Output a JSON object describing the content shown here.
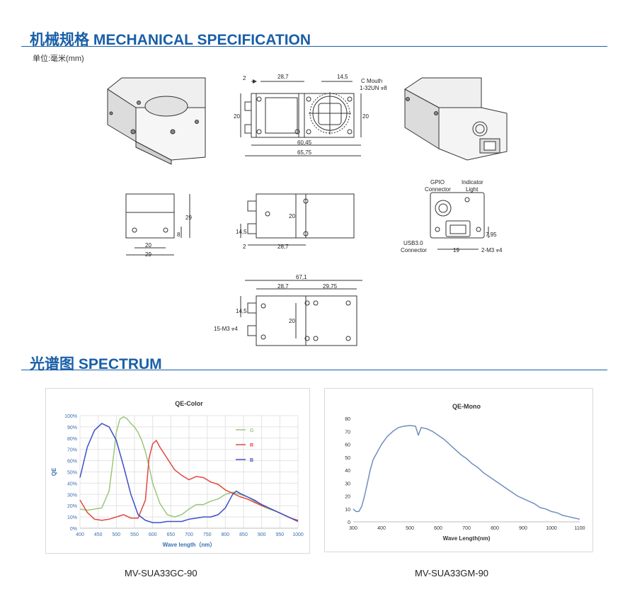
{
  "mechanical": {
    "title": "机械规格 MECHANICAL SPECIFICATION",
    "unit": "单位:毫米(mm)",
    "dims": {
      "front_top_2": "2",
      "front_top_287": "28,7",
      "front_top_145": "14,5",
      "c_mouth_1": "C Mouth",
      "c_mouth_2": "1-32UN ⩔8",
      "left_20": "20",
      "right_20": "20",
      "w6045": "60,45",
      "w6575": "65,75",
      "back_20": "20",
      "back_29": "29",
      "back_8": "8",
      "side_145": "14,5",
      "side_20": "20",
      "side_2": "2",
      "side_287": "28,7",
      "gpio": "GPIO",
      "gpio2": "Connector",
      "indicator": "Indicator",
      "indicator2": "Light",
      "usb": "USB3.0",
      "usb2": "Connector",
      "rear_19": "19",
      "rear_795": "7,95",
      "rear_m3": "2-M3 ⩔4",
      "bot_671": "67,1",
      "bot_287": "28,7",
      "bot_2975": "29,75",
      "bot_145": "14,5",
      "bot_20": "20",
      "bot_m3": "15-M3 ⩔4"
    }
  },
  "spectrum": {
    "title": "光谱图    SPECTRUM"
  },
  "chart_data": [
    {
      "type": "line",
      "title": "QE-Color",
      "xlabel": "Wave length（nm）",
      "ylabel": "QE",
      "xlim": [
        400,
        1000
      ],
      "ylim": [
        0,
        1
      ],
      "x_ticks": [
        "400",
        "450",
        "500",
        "550",
        "600",
        "650",
        "700",
        "750",
        "800",
        "850",
        "900",
        "950",
        "1000"
      ],
      "y_ticks": [
        "0%",
        "10%",
        "20%",
        "30%",
        "40%",
        "50%",
        "60%",
        "70%",
        "80%",
        "90%",
        "100%"
      ],
      "grid": true,
      "legend": "right",
      "series": [
        {
          "name": "G",
          "color": "#9bc77a",
          "x": [
            400,
            420,
            440,
            460,
            480,
            490,
            500,
            510,
            520,
            530,
            540,
            550,
            560,
            570,
            580,
            590,
            600,
            620,
            640,
            660,
            680,
            700,
            720,
            740,
            760,
            780,
            800,
            820,
            840,
            860,
            880,
            900,
            920,
            940,
            960,
            980,
            1000
          ],
          "y": [
            0.17,
            0.16,
            0.17,
            0.18,
            0.33,
            0.58,
            0.85,
            0.97,
            0.99,
            0.97,
            0.93,
            0.9,
            0.85,
            0.78,
            0.68,
            0.55,
            0.4,
            0.22,
            0.12,
            0.1,
            0.12,
            0.17,
            0.21,
            0.21,
            0.24,
            0.26,
            0.3,
            0.32,
            0.3,
            0.28,
            0.24,
            0.2,
            0.17,
            0.15,
            0.12,
            0.09,
            0.06
          ]
        },
        {
          "name": "R",
          "color": "#e0483f",
          "x": [
            400,
            420,
            440,
            460,
            480,
            500,
            520,
            540,
            560,
            580,
            590,
            600,
            610,
            620,
            640,
            660,
            680,
            700,
            720,
            740,
            760,
            780,
            800,
            820,
            840,
            860,
            880,
            900,
            920,
            940,
            960,
            980,
            1000
          ],
          "y": [
            0.25,
            0.14,
            0.08,
            0.07,
            0.08,
            0.1,
            0.12,
            0.09,
            0.09,
            0.25,
            0.62,
            0.75,
            0.78,
            0.72,
            0.62,
            0.52,
            0.47,
            0.43,
            0.46,
            0.45,
            0.41,
            0.39,
            0.34,
            0.31,
            0.28,
            0.26,
            0.23,
            0.2,
            0.18,
            0.15,
            0.12,
            0.09,
            0.07
          ]
        },
        {
          "name": "B",
          "color": "#3d4fc9",
          "x": [
            400,
            420,
            440,
            460,
            480,
            500,
            520,
            540,
            560,
            580,
            600,
            620,
            640,
            660,
            680,
            700,
            720,
            740,
            760,
            780,
            800,
            820,
            830,
            840,
            860,
            880,
            900,
            920,
            940,
            960,
            980,
            1000
          ],
          "y": [
            0.45,
            0.72,
            0.87,
            0.93,
            0.9,
            0.78,
            0.55,
            0.3,
            0.12,
            0.07,
            0.05,
            0.05,
            0.06,
            0.06,
            0.06,
            0.08,
            0.09,
            0.1,
            0.1,
            0.12,
            0.18,
            0.3,
            0.33,
            0.31,
            0.28,
            0.25,
            0.21,
            0.18,
            0.15,
            0.12,
            0.09,
            0.06
          ]
        }
      ]
    },
    {
      "type": "line",
      "title": "QE-Mono",
      "xlabel": "Wave Length(nm)",
      "ylabel": "",
      "xlim": [
        300,
        1100
      ],
      "ylim": [
        0,
        80
      ],
      "x_ticks": [
        "300",
        "400",
        "500",
        "600",
        "700",
        "800",
        "900",
        "1000",
        "1100"
      ],
      "y_ticks": [
        "0",
        "10",
        "20",
        "30",
        "40",
        "50",
        "60",
        "70",
        "80"
      ],
      "grid": false,
      "series": [
        {
          "name": "",
          "color": "#6f8fbd",
          "x": [
            300,
            310,
            320,
            330,
            340,
            350,
            360,
            370,
            380,
            390,
            400,
            420,
            440,
            460,
            480,
            500,
            520,
            530,
            540,
            560,
            580,
            600,
            620,
            640,
            660,
            680,
            700,
            720,
            740,
            760,
            780,
            800,
            820,
            840,
            860,
            880,
            900,
            920,
            940,
            960,
            980,
            1000,
            1020,
            1040,
            1060,
            1080,
            1100
          ],
          "y": [
            10,
            8,
            8,
            12,
            20,
            30,
            40,
            48,
            52,
            56,
            60,
            66,
            70,
            73,
            74,
            74.5,
            74,
            67,
            73,
            72,
            70,
            67,
            64,
            60,
            56,
            52,
            49,
            45,
            42,
            38,
            35,
            32,
            29,
            26,
            23,
            20,
            18,
            16,
            14,
            11,
            10,
            8,
            7,
            5,
            4,
            3,
            2
          ]
        }
      ]
    }
  ],
  "models": {
    "color": "MV-SUA33GC-90",
    "mono": "MV-SUA33GM-90"
  }
}
